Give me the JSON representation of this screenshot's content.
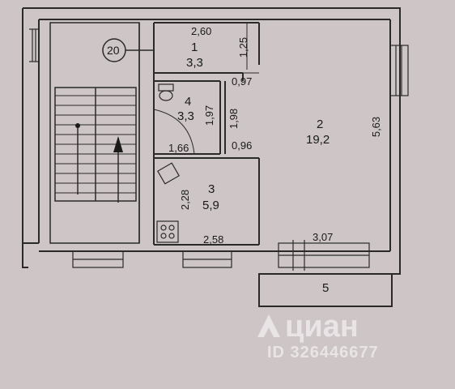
{
  "stair_number": "20",
  "rooms": [
    {
      "id": "1",
      "area": "3,3"
    },
    {
      "id": "2",
      "area": "19,2"
    },
    {
      "id": "3",
      "area": "5,9"
    },
    {
      "id": "4",
      "area": "3,3"
    },
    {
      "id": "5",
      "area": ""
    }
  ],
  "dimensions": {
    "room1_width": "2,60",
    "room1_height": "1,25",
    "corridor_top": "0,97",
    "room4_height": "1,97",
    "corridor_height": "1,98",
    "room4_width": "1,66",
    "corridor_bottom": "0,96",
    "room3_height": "2,28",
    "room3_width": "2,58",
    "room2_width": "3,07",
    "room2_height": "5,63"
  },
  "watermark": {
    "brand": "циан",
    "id_text": "ID 326446677"
  },
  "colors": {
    "paper": "#cdc5c6",
    "wall": "#2a2a2a",
    "watermark": "#e9e5e6"
  }
}
